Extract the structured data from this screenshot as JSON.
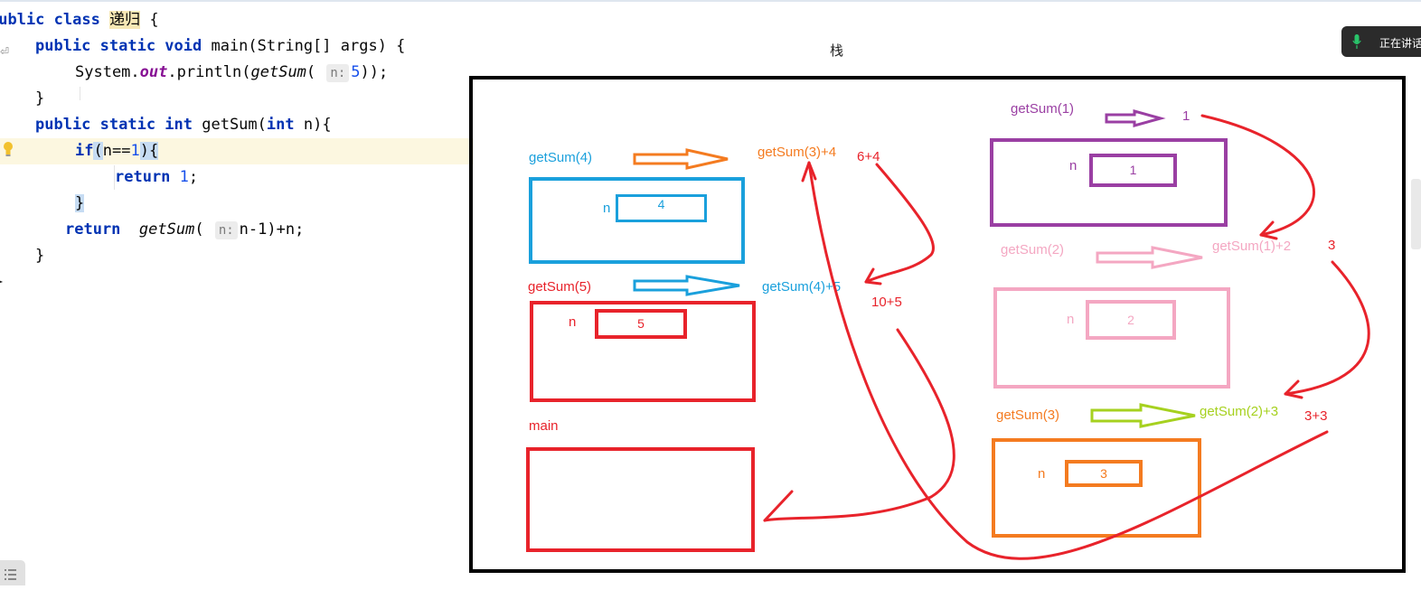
{
  "editor": {
    "class_keyword": "public class",
    "class_name": "递归",
    "main_decl": "public static void main(String[] args) {",
    "println_prefix": "System.",
    "println_field": "out",
    "println_method": ".println(",
    "println_call": "getSum",
    "hint_n": "n:",
    "main_arg": "5",
    "println_suffix": "));",
    "getsum_decl": "public static int getSum(int n){",
    "if_stmt": "if(n==1){",
    "return_one": "return 1;",
    "return_stmt": "return",
    "recursive_call": "getSum",
    "recursive_arg": "n-1)+n;",
    "close_brace": "}",
    "open_brace": "{"
  },
  "diagram": {
    "title": "栈",
    "var_label": "n",
    "frames": [
      {
        "call": "getSum(4)",
        "value": "4",
        "result": "getSum(3)+4",
        "sum": "6+4",
        "color": "#1aa0dc"
      },
      {
        "call": "getSum(5)",
        "value": "5",
        "result": "getSum(4)+5",
        "sum": "10+5",
        "color": "#e8232b"
      },
      {
        "call": "main",
        "value": "",
        "color": "#e8232b"
      },
      {
        "call": "getSum(1)",
        "value": "1",
        "result": "1",
        "color": "#9a3fa3"
      },
      {
        "call": "getSum(2)",
        "value": "2",
        "result": "getSum(1)+2",
        "sum": "3",
        "color": "#f4a7c2"
      },
      {
        "call": "getSum(3)",
        "value": "3",
        "result": "getSum(2)+3",
        "sum": "3+3",
        "color": "#f47b20"
      }
    ],
    "colors": {
      "blue": "#1aa0dc",
      "red": "#e8232b",
      "purple": "#9a3fa3",
      "pink": "#f4a7c2",
      "orange": "#f47b20",
      "green": "#a6d11f"
    }
  },
  "share_indicator": {
    "label": "正在讲话",
    "icon": "microphone-icon"
  }
}
